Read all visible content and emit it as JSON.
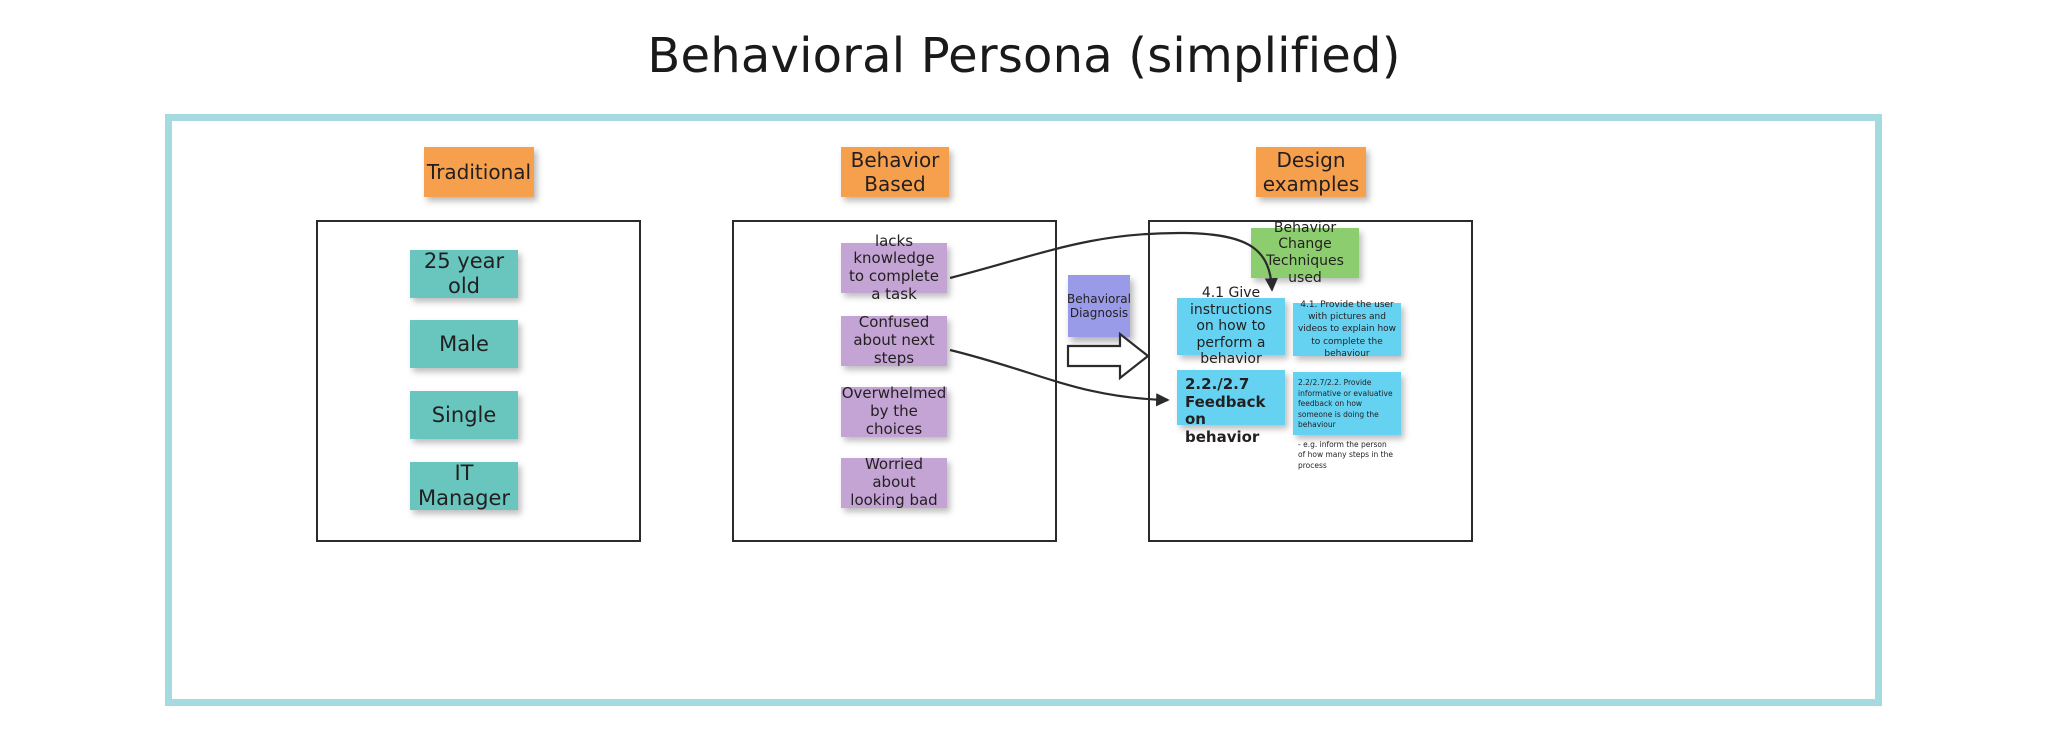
{
  "title": "Behavioral Persona (simplified)",
  "frame": {
    "border_color": "#a4dae0"
  },
  "columns": [
    {
      "id": "traditional",
      "header": "Traditional",
      "header_color": "#f6a04d",
      "notes": [
        {
          "label": "25 year old",
          "color": "#68c6bf"
        },
        {
          "label": "Male",
          "color": "#68c6bf"
        },
        {
          "label": "Single",
          "color": "#68c6bf"
        },
        {
          "label": "IT Manager",
          "color": "#68c6bf"
        }
      ]
    },
    {
      "id": "behavior-based",
      "header": "Behavior\nBased",
      "header_line1": "Behavior",
      "header_line2": "Based",
      "header_color": "#f6a04d",
      "notes": [
        {
          "label": "lacks knowledge to complete a task",
          "color": "#c4a4d4"
        },
        {
          "label": "Confused about next steps",
          "color": "#c4a4d4"
        },
        {
          "label": "Overwhelmed by the choices",
          "color": "#c4a4d4"
        },
        {
          "label": "Worried about looking bad",
          "color": "#c4a4d4"
        }
      ]
    },
    {
      "id": "design-examples",
      "header_line1": "Design",
      "header_line2": "examples",
      "header_color": "#f6a04d",
      "notes": [
        {
          "label": "Behavior Change Techniques used",
          "color": "#8cce6f"
        },
        {
          "label": "4.1 Give instructions on how to perform a behavior",
          "color": "#66d2f2"
        },
        {
          "label": "4.1. Provide the user with pictures and videos to explain how to complete the behaviour",
          "color": "#66d2f2"
        },
        {
          "label": "2.2./2.7 Feedback on behavior",
          "color": "#66d2f2"
        },
        {
          "label": "2.2/2.7/2.2. Provide informative or evaluative feedback on how someone is doing the behaviour",
          "label2": "- e.g. inform the person of how many steps in the process",
          "color": "#66d2f2"
        }
      ]
    }
  ],
  "middle": {
    "diagnosis_note": "Behavioral Diagnosis",
    "diagnosis_color": "#9a9be8",
    "arrow": "block-arrow-right"
  },
  "connectors": [
    {
      "from": "lacks knowledge to complete a task",
      "to": "4.1 Give instructions on how to perform a behavior"
    },
    {
      "from": "Confused about next steps",
      "to": "2.2./2.7 Feedback on behavior"
    }
  ]
}
